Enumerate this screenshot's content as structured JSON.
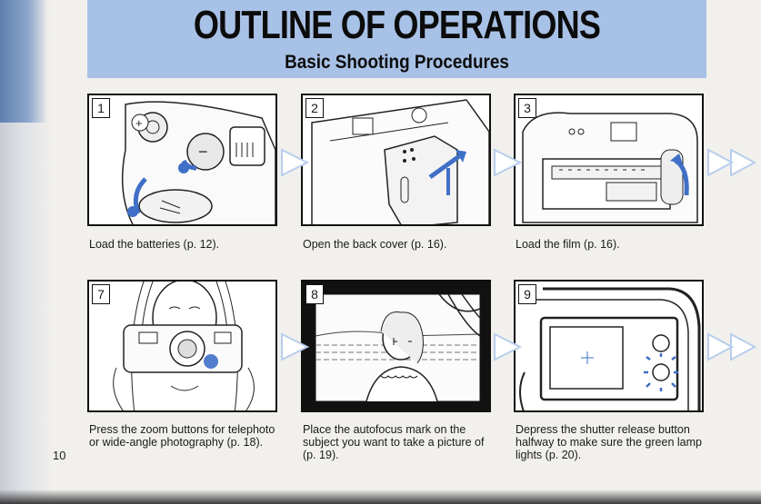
{
  "banner": {
    "title": "OUTLINE OF OPERATIONS",
    "subtitle": "Basic Shooting Procedures"
  },
  "page_number": "10",
  "steps": [
    {
      "number": "1",
      "caption": "Load the batteries (p. 12)."
    },
    {
      "number": "2",
      "caption": "Open the back cover (p. 16)."
    },
    {
      "number": "3",
      "caption": "Load the film (p. 16)."
    },
    {
      "number": "7",
      "caption": "Press the zoom buttons for telephoto or wide-angle photography (p. 18)."
    },
    {
      "number": "8",
      "caption": "Place the autofocus mark on the subject you want to take a picture of (p. 19)."
    },
    {
      "number": "9",
      "caption": "Depress the shutter release button halfway to make sure the green lamp lights (p. 20)."
    }
  ],
  "colors": {
    "banner": "#a8c1e6",
    "arrow": "#b9cdee",
    "accent": "#3f6fc7"
  }
}
